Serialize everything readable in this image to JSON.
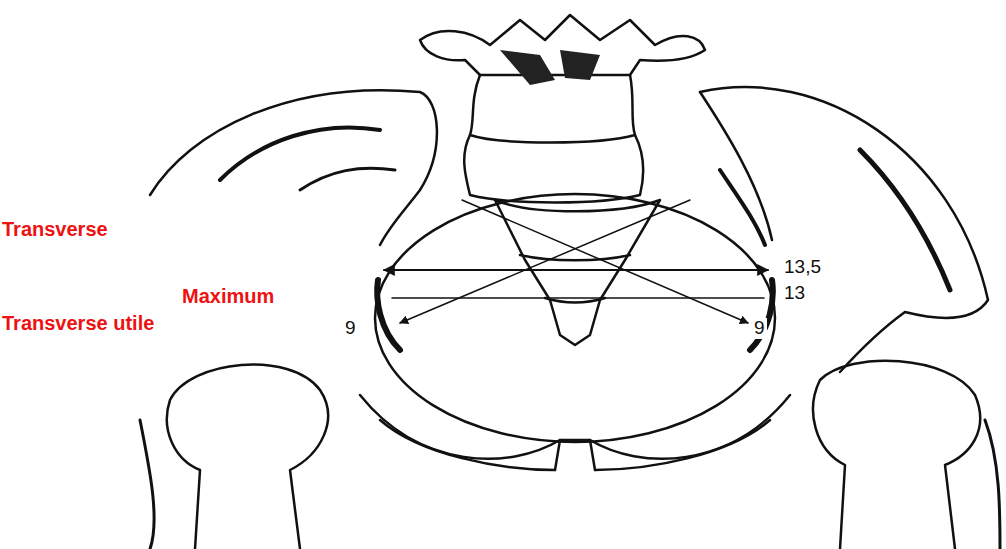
{
  "diagram": {
    "labels": [
      "Transverse",
      "Maximum",
      "Transverse utile",
      "9",
      "13,5",
      "13",
      "9"
    ]
  }
}
